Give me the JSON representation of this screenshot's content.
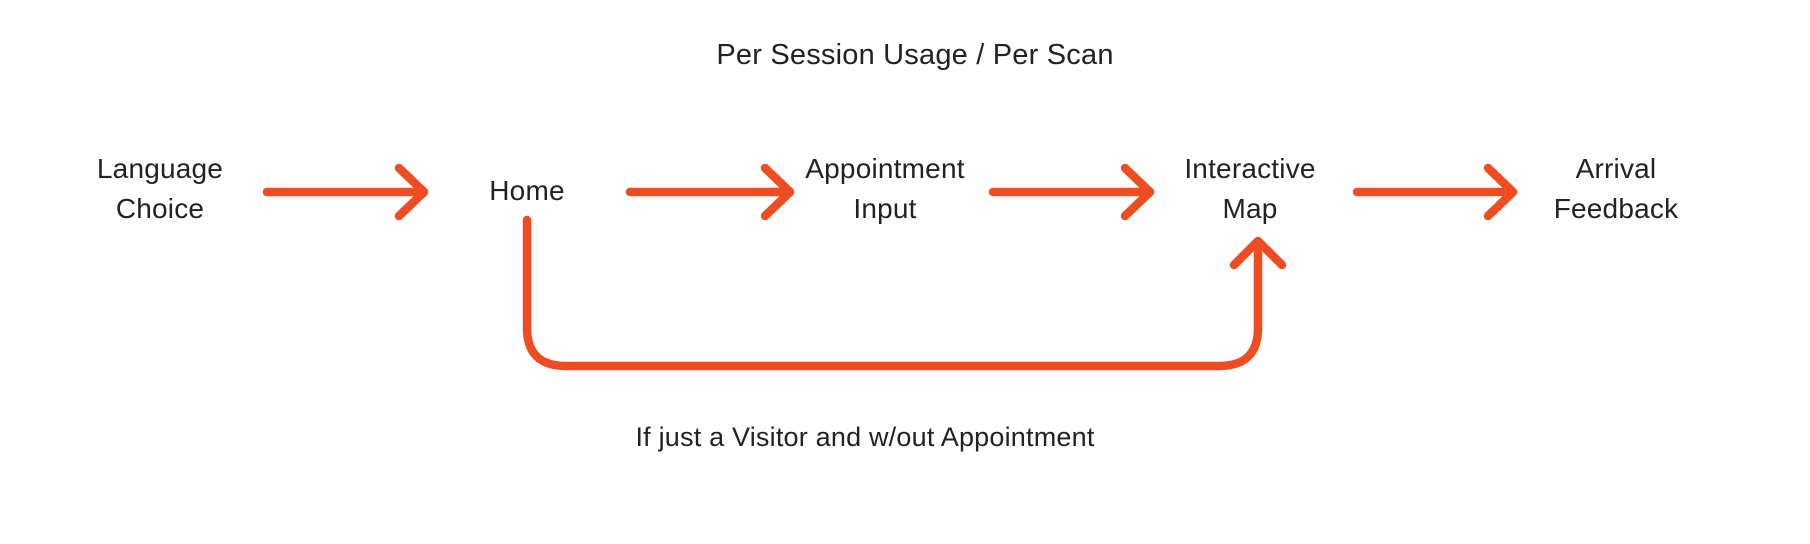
{
  "diagram": {
    "title": "Per Session Usage / Per Scan",
    "nodes": [
      {
        "id": "language-choice",
        "label": "Language\nChoice"
      },
      {
        "id": "home",
        "label": "Home"
      },
      {
        "id": "appointment-input",
        "label": "Appointment\nInput"
      },
      {
        "id": "interactive-map",
        "label": "Interactive\nMap"
      },
      {
        "id": "arrival-feedback",
        "label": "Arrival\nFeedback"
      }
    ],
    "edges": [
      {
        "from": "Language Choice",
        "to": "Home"
      },
      {
        "from": "Home",
        "to": "Appointment Input"
      },
      {
        "from": "Appointment Input",
        "to": "Interactive Map"
      },
      {
        "from": "Interactive Map",
        "to": "Arrival Feedback"
      },
      {
        "from": "Home",
        "to": "Interactive Map",
        "condition": "If just a Visitor and w/out Appointment"
      }
    ],
    "bypass_label": "If just a Visitor and w/out Appointment",
    "colors": {
      "arrow": "#F04C23",
      "text": "#212224",
      "background": "#FFFFFF"
    }
  }
}
